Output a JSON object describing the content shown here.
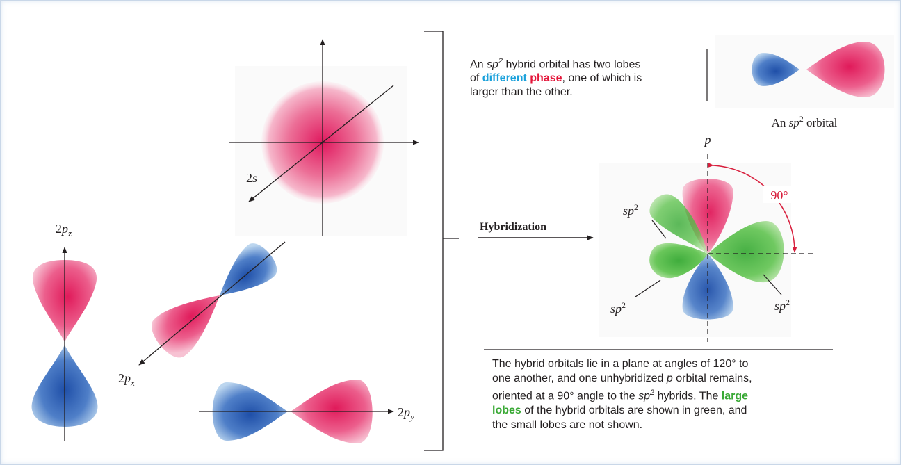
{
  "labels": {
    "two_s": "2s",
    "two_pz": "2pz",
    "two_px": "2px",
    "two_py": "2py",
    "hybridization": "Hybridization",
    "p_axis": "p",
    "angle": "90°",
    "sp2_a": "sp2",
    "sp2_b": "sp2",
    "sp2_c": "sp2",
    "sp2_orbital_caption": "An sp2 orbital"
  },
  "top_note": {
    "line1_a": "An ",
    "line1_sp": "sp",
    "line1_sup": "2",
    "line1_b": " hybrid orbital has two lobes",
    "line2_a": "of ",
    "line2_different": "different",
    "line2_phase": "phase",
    "line2_b": ", one of which is",
    "line3": "larger than the other."
  },
  "bottom_note": {
    "line1": "The hybrid orbitals lie in a plane at angles of 120° to",
    "line2_a": "one another, and one unhybridized ",
    "line2_p": "p",
    "line2_b": " orbital remains,",
    "line3_a": "oriented at a 90° angle to the ",
    "line3_sp": "sp",
    "line3_sup": "2",
    "line3_b": " hybrids. The ",
    "line3_large": "large",
    "line4_lobes": "lobes",
    "line4_b": " of the hybrid orbitals are shown in green, and",
    "line5": "the small lobes are not shown."
  },
  "colors": {
    "positive_phase": "#e8336a",
    "negative_phase": "#2f66b3",
    "hybrid_lobe": "#4dbb3c",
    "angle_marker": "#d81e3c"
  }
}
